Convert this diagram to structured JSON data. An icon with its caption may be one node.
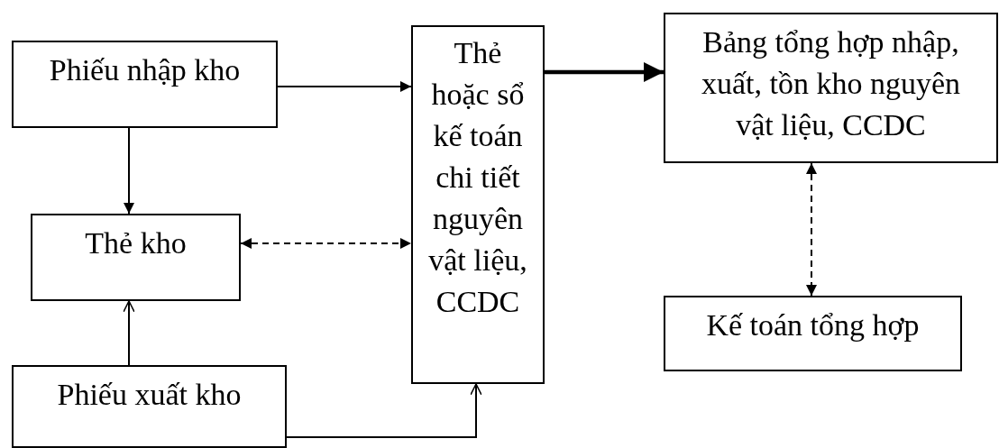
{
  "diagram": {
    "nodes": [
      {
        "text": [
          "Phiếu nhập kho"
        ]
      },
      {
        "text": [
          "Thẻ kho"
        ]
      },
      {
        "text": [
          "Phiếu xuất kho"
        ]
      },
      {
        "text": [
          "Thẻ hoặc sổ kế toán chi tiết nguyên vật liệu, CCDC"
        ]
      },
      {
        "text": [
          "Bảng tổng hợp nhập, xuất, tồn kho nguyên vật liệu, CCDC"
        ]
      },
      {
        "text": [
          "Kế toán tổng hợp"
        ]
      }
    ],
    "edges": [
      {
        "from": 0,
        "to": 3,
        "arrow": "to"
      },
      {
        "from": 0,
        "to": 1,
        "arrow": "to"
      },
      {
        "from": 1,
        "to": 3,
        "arrow": "both",
        "style": "dashed"
      },
      {
        "from": 2,
        "to": 1,
        "arrow": "to"
      },
      {
        "from": 2,
        "to": 3,
        "arrow": "to"
      },
      {
        "from": 3,
        "to": 4,
        "arrow": "to",
        "style": "thick"
      },
      {
        "from": 4,
        "to": 5,
        "arrow": "both",
        "style": "dashed"
      }
    ]
  }
}
